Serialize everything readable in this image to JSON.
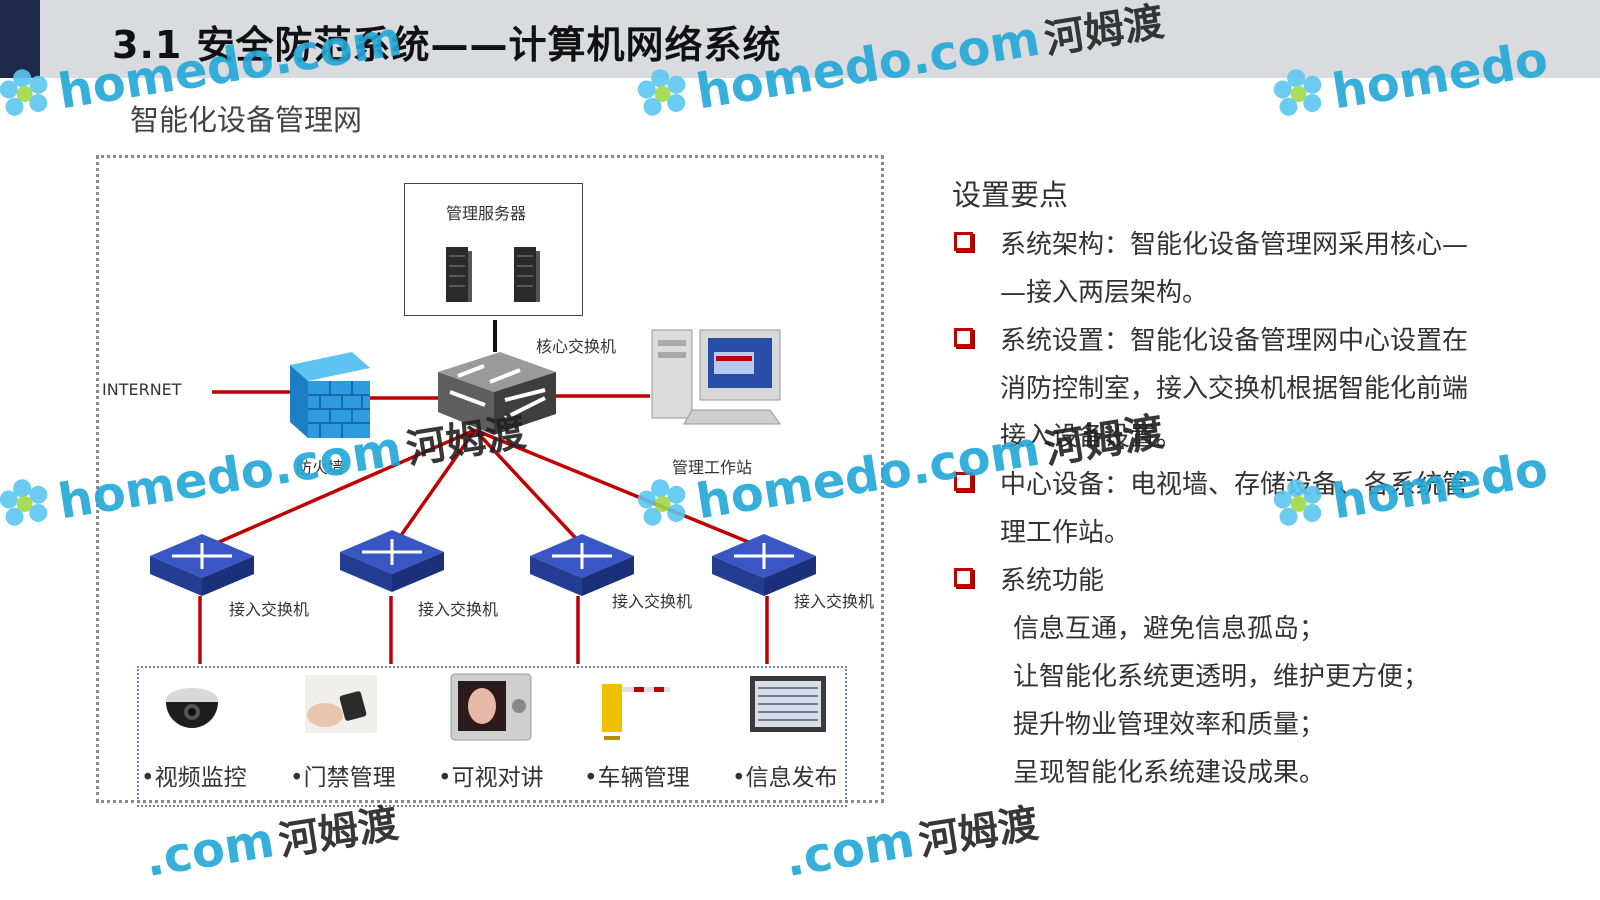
{
  "header": {
    "title": "3.1 安全防范系统——计算机网络系统"
  },
  "subtitle": "智能化设备管理网",
  "diagram": {
    "server_box_label": "管理服务器",
    "core_switch_label": "核心交换机",
    "internet_label": "INTERNET",
    "firewall_label": "防火墙",
    "workstation_label": "管理工作站",
    "access_switch_labels": [
      "接入交换机",
      "接入交换机",
      "接入交换机",
      "接入交换机"
    ],
    "devices": [
      "•视频监控",
      "•门禁管理",
      "•可视对讲",
      "•车辆管理",
      "•信息发布"
    ]
  },
  "notes": {
    "title": "设置要点",
    "items": [
      {
        "lines": [
          "系统架构：智能化设备管理网采用核心—",
          "—接入两层架构。"
        ]
      },
      {
        "lines": [
          "系统设置：智能化设备管理网中心设置在",
          "消防控制室，接入交换机根据智能化前端",
          "接入设备设置。"
        ]
      },
      {
        "lines": [
          "中心设备：电视墙、存储设备、各系统管",
          "理工作站。"
        ]
      },
      {
        "lines": [
          "系统功能"
        ]
      }
    ],
    "functions": [
      "信息互通，避免信息孤岛；",
      "让智能化系统更透明，维护更方便；",
      "提升物业管理效率和质量；",
      "呈现智能化系统建设成果。"
    ]
  },
  "watermark": {
    "brand": "homedo",
    "domain": ".com",
    "cn": "河姆渡"
  },
  "colors": {
    "link_red": "#c00000",
    "switch_blue": "#2b3f96",
    "header_bg": "#d9dbde",
    "header_accent": "#1f2a4a",
    "watermark_blue": "#22a7d8"
  }
}
